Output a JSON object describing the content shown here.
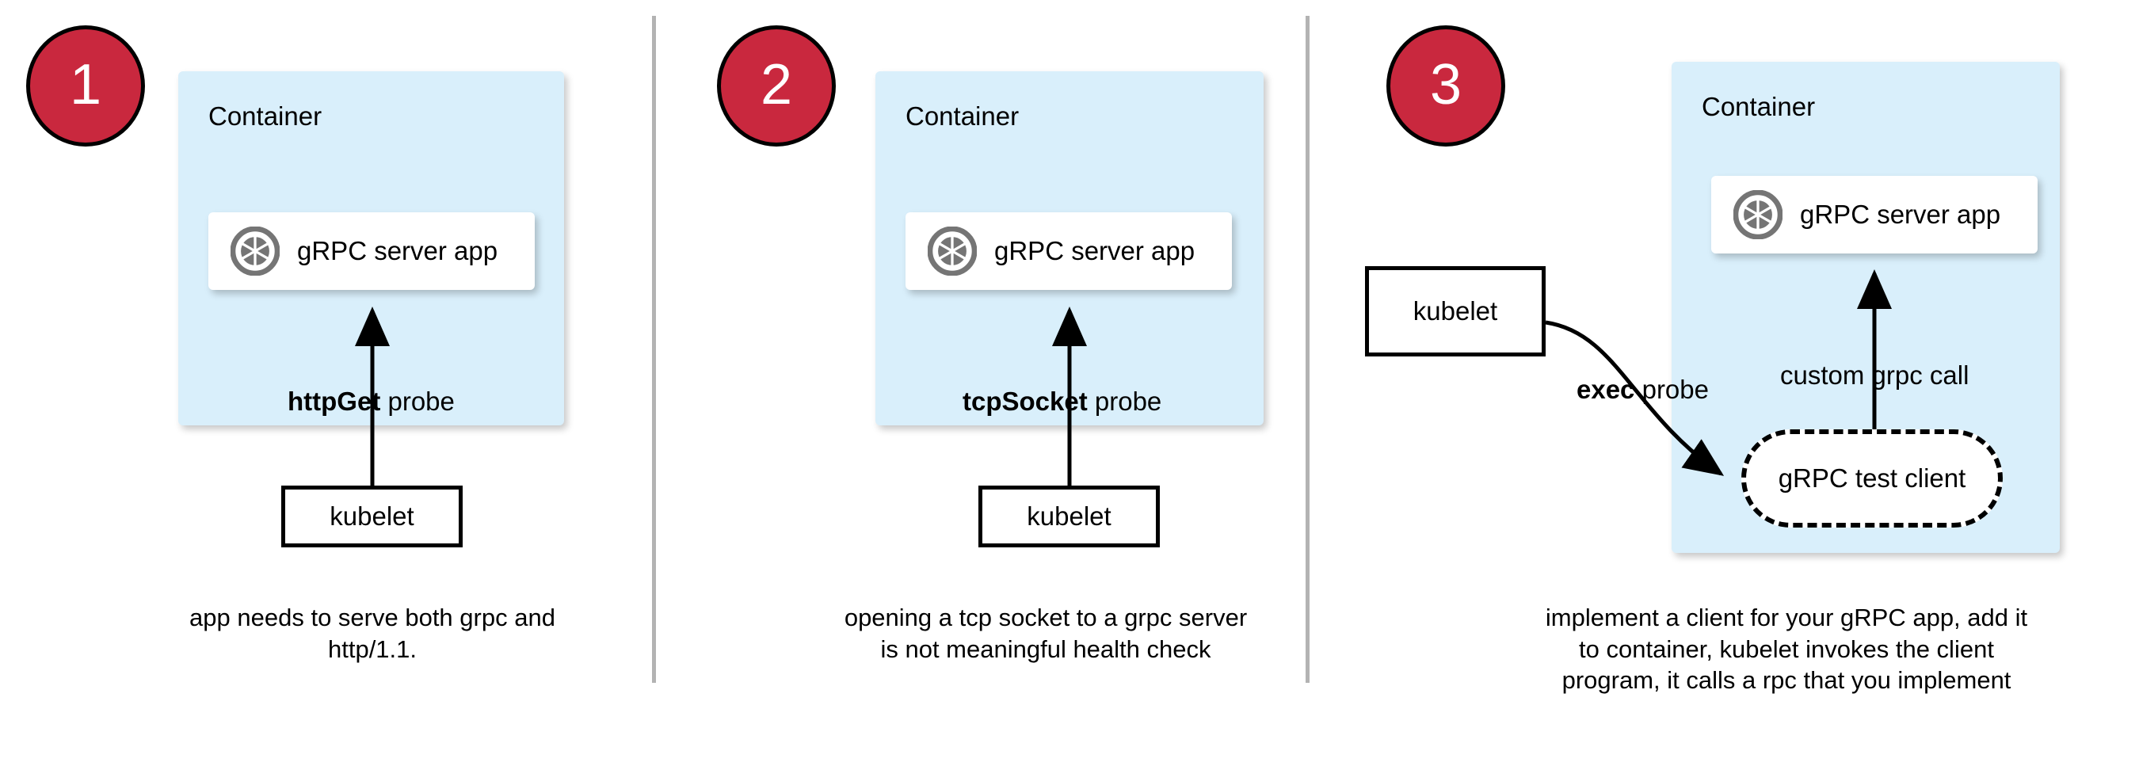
{
  "figure": {
    "title": "gRPC health probe approaches in Kubernetes",
    "colors": {
      "badge_fill": "#c9283e",
      "badge_text": "#ffffff",
      "container_fill": "#d9effb",
      "card_fill": "#ffffff",
      "stroke": "#000000",
      "divider": "#b3b3b3",
      "icon_gray": "#757575"
    }
  },
  "panels": [
    {
      "badge": "1",
      "container_label": "Container",
      "app_label": "gRPC server app",
      "app_icon": "grpc-aperture-icon",
      "edge_label_bold": "httpGet",
      "edge_label_rest": " probe",
      "kubelet_label": "kubelet",
      "caption": "app needs to serve both grpc and http/1.1."
    },
    {
      "badge": "2",
      "container_label": "Container",
      "app_label": "gRPC server app",
      "app_icon": "grpc-aperture-icon",
      "edge_label_bold": "tcpSocket",
      "edge_label_rest": " probe",
      "kubelet_label": "kubelet",
      "caption": "opening a tcp socket to a grpc server is not meaningful health check"
    },
    {
      "badge": "3",
      "container_label": "Container",
      "app_label": "gRPC server app",
      "app_icon": "grpc-aperture-icon",
      "edge_label_bold": "exec",
      "edge_label_rest": " probe",
      "edge_label_secondary": "custom grpc call",
      "kubelet_label": "kubelet",
      "test_client_label": "gRPC test client",
      "caption": "implement a client for your gRPC app, add it to container, kubelet invokes the client program, it calls a rpc that you implement"
    }
  ]
}
